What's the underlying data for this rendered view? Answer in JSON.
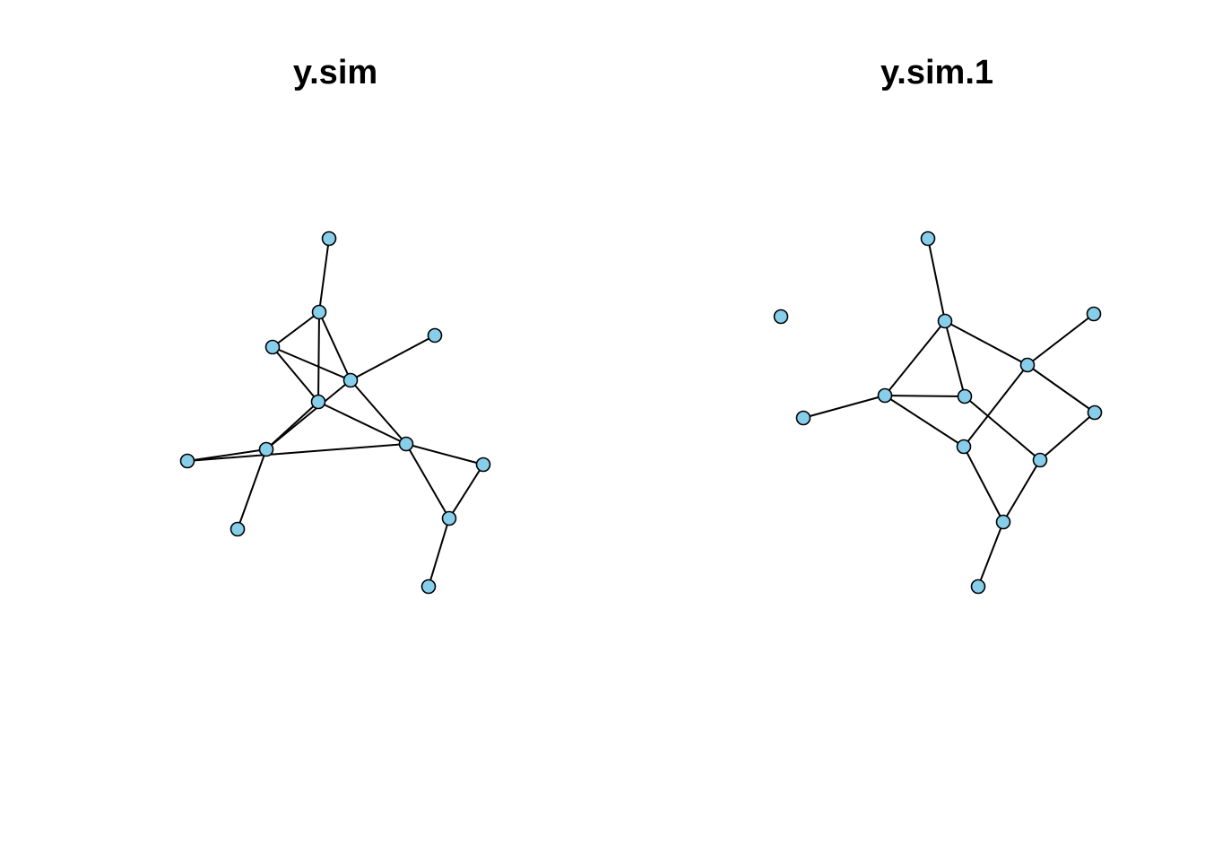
{
  "node_color": "#87CEEB",
  "edge_color": "#000000",
  "panels": [
    {
      "title": "y.sim",
      "nodes": [
        "n1",
        "n2",
        "n3",
        "n4",
        "n5",
        "n6",
        "n7",
        "n8",
        "n9",
        "n10",
        "n11",
        "n12",
        "n13",
        "n14"
      ],
      "edges": [
        [
          "n1",
          "n2"
        ],
        [
          "n2",
          "n3"
        ],
        [
          "n2",
          "n5"
        ],
        [
          "n2",
          "n6"
        ],
        [
          "n3",
          "n5"
        ],
        [
          "n3",
          "n6"
        ],
        [
          "n4",
          "n5"
        ],
        [
          "n5",
          "n7"
        ],
        [
          "n5",
          "n8"
        ],
        [
          "n6",
          "n8"
        ],
        [
          "n8",
          "n9"
        ],
        [
          "n6",
          "n7"
        ],
        [
          "n7",
          "n10"
        ],
        [
          "n7",
          "n11"
        ],
        [
          "n8",
          "n12"
        ],
        [
          "n8",
          "n13"
        ],
        [
          "n12",
          "n13"
        ],
        [
          "n13",
          "n14"
        ]
      ]
    },
    {
      "title": "y.sim.1",
      "nodes": [
        "n1",
        "n2",
        "n3",
        "n4",
        "n5",
        "n6",
        "n7",
        "n8",
        "n9",
        "n10",
        "n11",
        "n12",
        "n13",
        "n14"
      ],
      "edges": [
        [
          "n1",
          "n3"
        ],
        [
          "n3",
          "n5"
        ],
        [
          "n3",
          "n4"
        ],
        [
          "n3",
          "n6"
        ],
        [
          "n4",
          "n7"
        ],
        [
          "n4",
          "n8"
        ],
        [
          "n4",
          "n9"
        ],
        [
          "n5",
          "n6"
        ],
        [
          "n5",
          "n8"
        ],
        [
          "n5",
          "n11"
        ],
        [
          "n6",
          "n10"
        ],
        [
          "n9",
          "n10"
        ],
        [
          "n8",
          "n13"
        ],
        [
          "n10",
          "n13"
        ],
        [
          "n13",
          "n14"
        ]
      ]
    }
  ]
}
